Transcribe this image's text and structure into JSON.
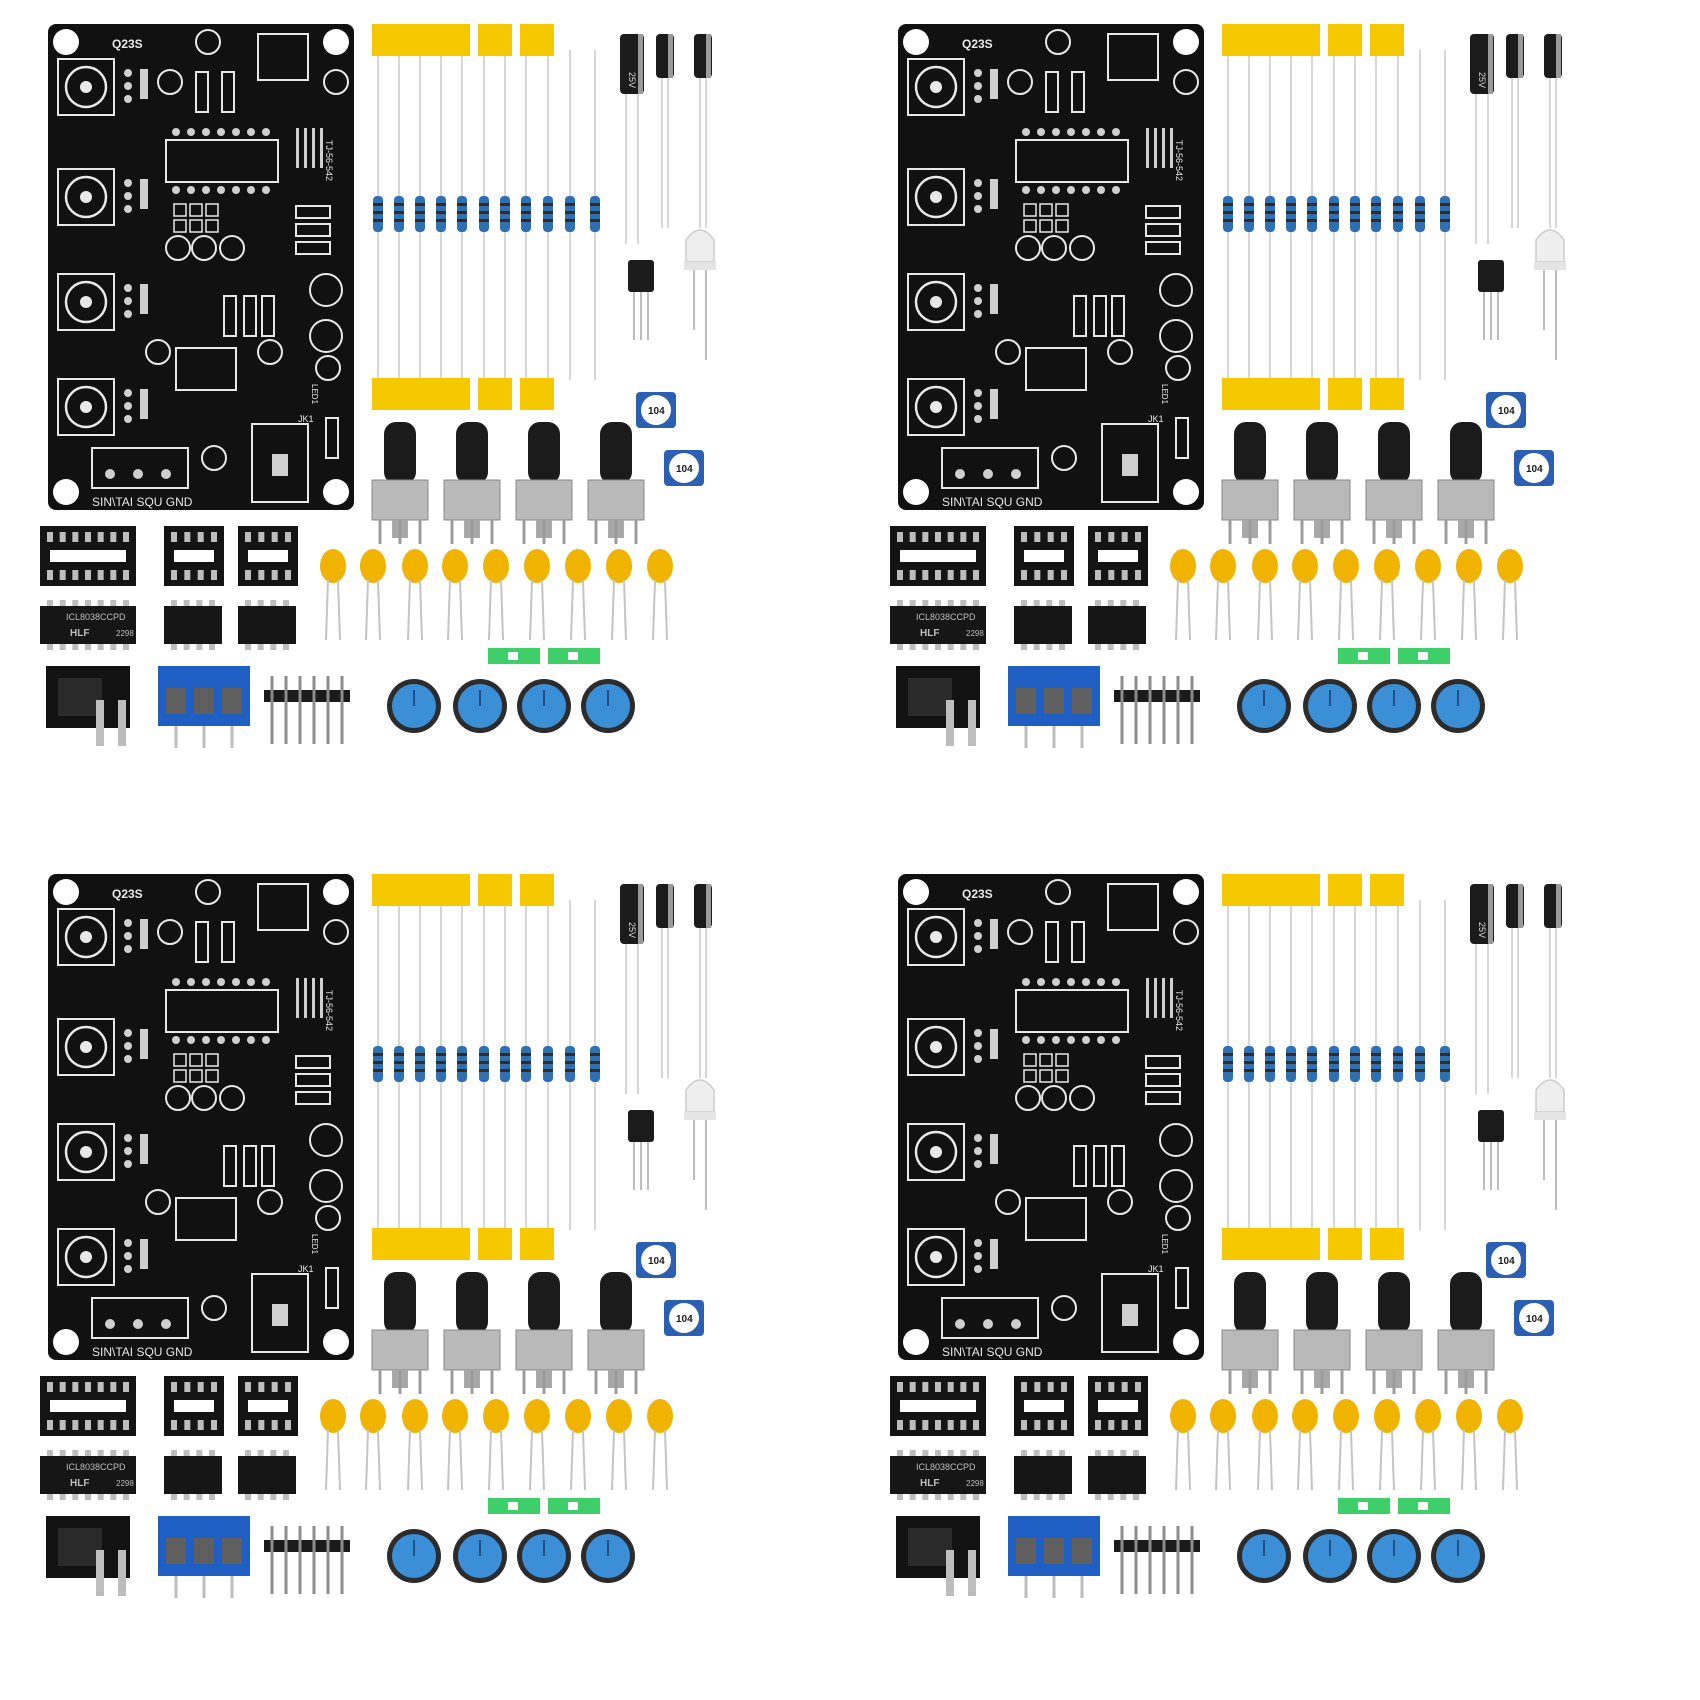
{
  "image": {
    "background": "#ffffff",
    "subject": "signal generator DIY kit parts, 4 identical sets"
  },
  "kit": {
    "board_text": {
      "top_code": "Q23S",
      "pins_label": "SIN\\TAI SQU GND",
      "model": "TJ-56-542",
      "jack": "JK1",
      "led": "LED1"
    },
    "component_labels": {
      "trimmer_code": "104",
      "chip_text": "ICL8038CCPD",
      "chip_brand": "HLF",
      "chip_date": "2298",
      "cap_voltage": "25V"
    },
    "colors": {
      "pcb": "#111111",
      "silkscreen": "#e8e8e8",
      "tape": "#f5c800",
      "resistor_body": "#2f6fb3",
      "ceramic_cap": "#f0b400",
      "terminal_block": "#1f5fc4",
      "pot_knob": "#3a8fd6",
      "green_part": "#3ecf6a",
      "metal": "#b9b9b9"
    },
    "icons": [
      "pcb-board",
      "dip-socket",
      "ic-chip",
      "electrolytic-capacitor",
      "resistor",
      "transistor",
      "led",
      "potentiometer",
      "trimmer-potentiometer",
      "ceramic-capacitor",
      "dc-jack",
      "screw-terminal",
      "pin-header",
      "pot-knob"
    ]
  }
}
